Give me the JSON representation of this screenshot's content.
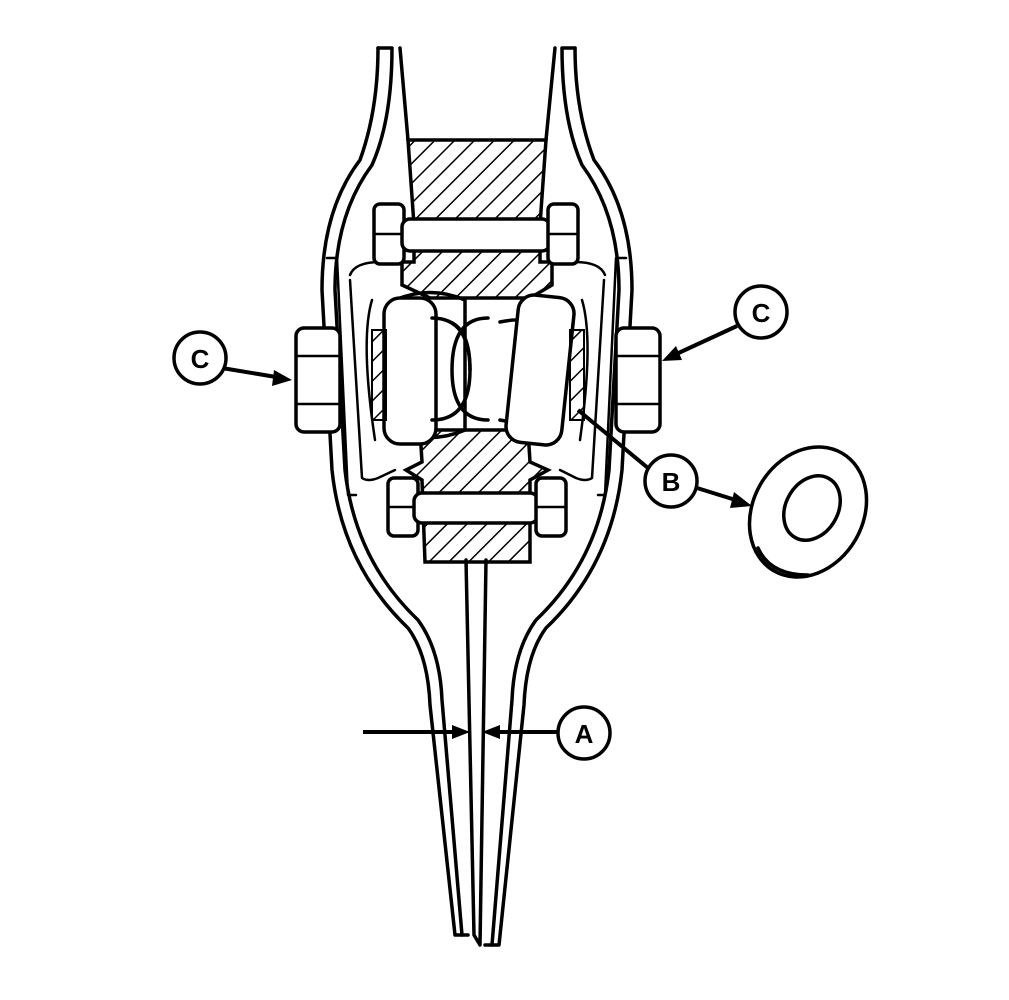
{
  "diagram": {
    "callouts": [
      {
        "id": "callout-a",
        "label": "A"
      },
      {
        "id": "callout-b",
        "label": "B"
      },
      {
        "id": "callout-c-left",
        "label": "C"
      },
      {
        "id": "callout-c-right",
        "label": "C"
      }
    ],
    "line_color": "#000000",
    "background": "#ffffff"
  }
}
